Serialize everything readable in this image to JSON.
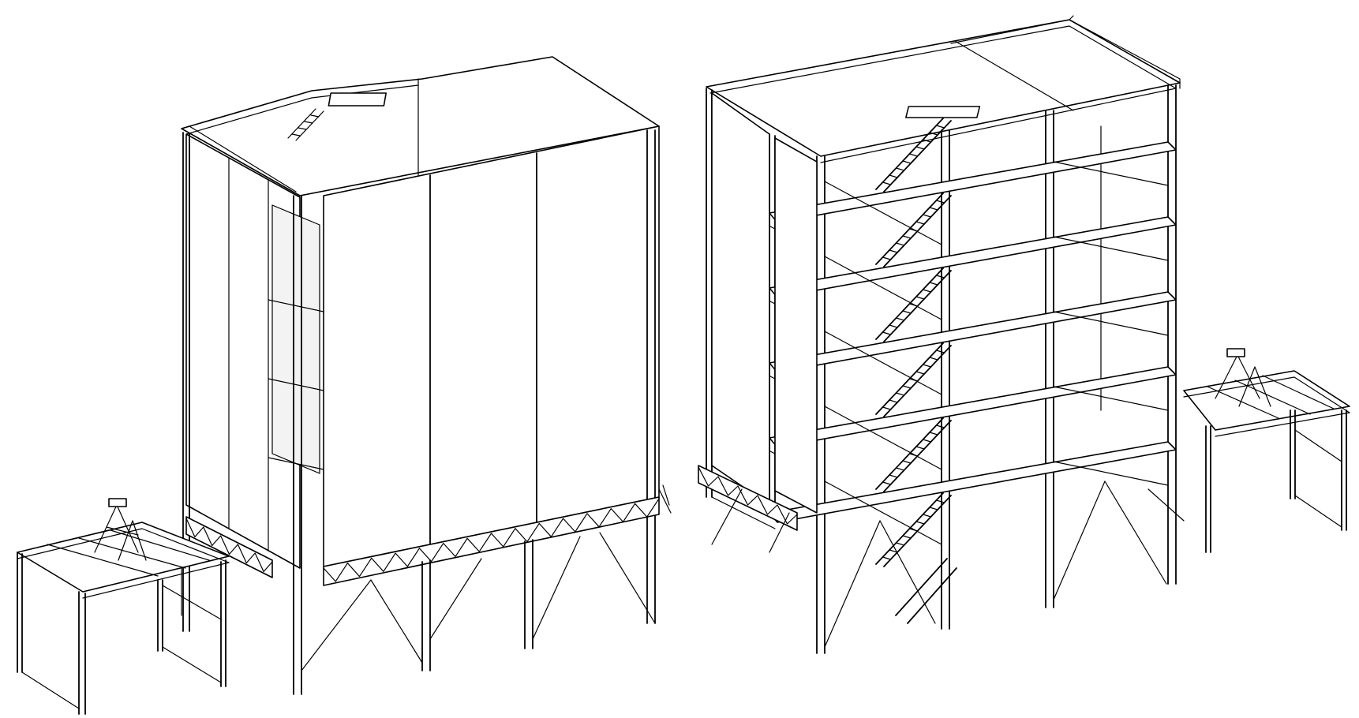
{
  "figure": {
    "background": "#ffffff",
    "line_color": "#000000",
    "models": [
      {
        "id": "enclosed-structure",
        "cladding": "full",
        "stairs": "hidden",
        "floors": 5
      },
      {
        "id": "open-frame-structure",
        "cladding": "none",
        "stairs": "visible",
        "floors": 5
      }
    ],
    "platforms": [
      {
        "id": "left-pipe-rack",
        "attached_to": "enclosed-structure"
      },
      {
        "id": "right-pipe-rack",
        "attached_to": "open-frame-structure"
      }
    ]
  }
}
